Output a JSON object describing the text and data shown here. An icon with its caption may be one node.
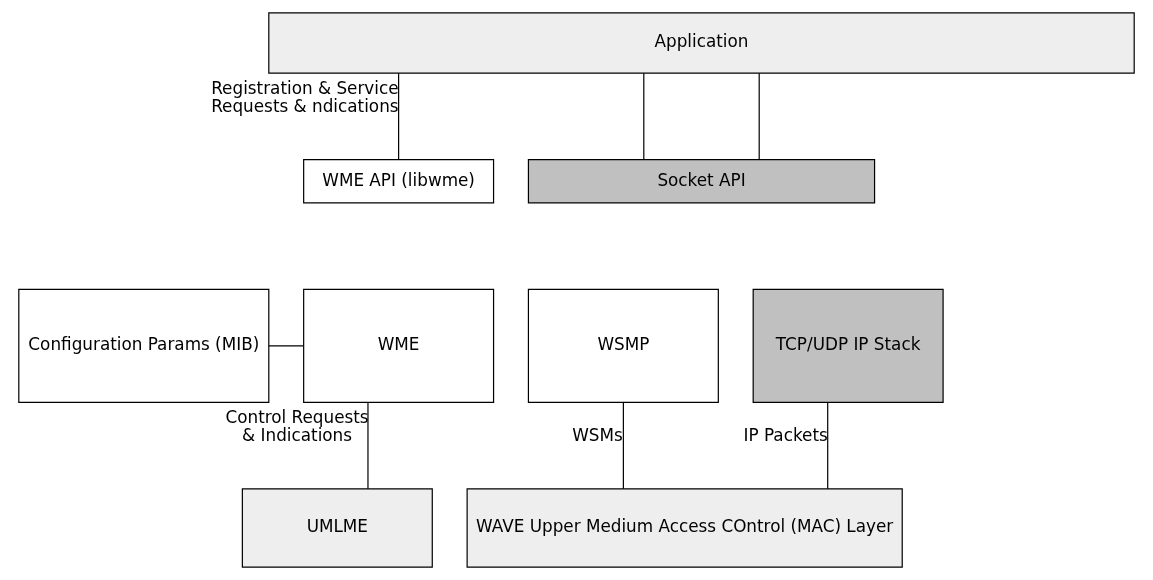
{
  "diagram": {
    "nodes": [
      {
        "text": [
          "Application"
        ]
      },
      {
        "text": [
          "WME API (libwme)"
        ]
      },
      {
        "text": [
          "Socket API"
        ]
      },
      {
        "text": [
          "Configuration Params (MIB)"
        ]
      },
      {
        "text": [
          "WME"
        ]
      },
      {
        "text": [
          "WSMP"
        ]
      },
      {
        "text": [
          "TCP/UDP IP Stack"
        ]
      },
      {
        "text": [
          "UMLME"
        ]
      },
      {
        "text": [
          "WAVE Upper Medium Access COntrol (MAC) Layer"
        ]
      }
    ],
    "edges": [
      {
        "from": 0,
        "to": 1,
        "arrow": "none",
        "label": "Registration & Service Requests & ndications"
      },
      {
        "from": 0,
        "to": 2,
        "arrow": "none"
      },
      {
        "from": 0,
        "to": 2,
        "arrow": "none"
      },
      {
        "from": 3,
        "to": 4,
        "arrow": "none"
      },
      {
        "from": 4,
        "to": 7,
        "arrow": "none",
        "label": "Control Requests & Indications"
      },
      {
        "from": 5,
        "to": 8,
        "arrow": "none",
        "label": "WSMs"
      },
      {
        "from": 6,
        "to": 8,
        "arrow": "none",
        "label": "IP Packets"
      }
    ]
  }
}
